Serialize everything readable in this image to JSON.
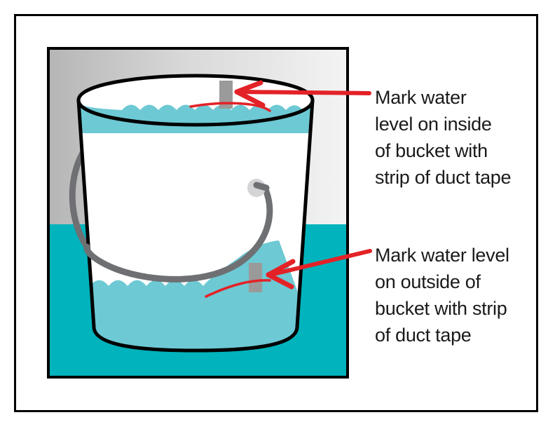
{
  "figure": {
    "title": "Bucket water level marking diagram",
    "frame_border_color": "#000000",
    "panel_border_color": "#000000",
    "background_color": "#ffffff"
  },
  "scene": {
    "panel_background_gradient_from": "#bdbdbd",
    "panel_background_gradient_to": "#f2f2f2",
    "outside_water_color": "#00b3bc",
    "inside_water_color": "#6dc9d4",
    "bucket_body_color": "#ffffff",
    "bucket_outline_color": "#000000",
    "handle_color": "#6e7073",
    "handle_mount_color": "#d4d4d6",
    "tape_color": "#9a9a9a",
    "arrow_color": "#e32227",
    "objects": {
      "bucket_label": "bucket",
      "handle_label": "bucket handle",
      "outside_water_label": "outside water",
      "inside_water_label": "water inside bucket",
      "tape_inside_label": "duct tape strip inside bucket",
      "tape_outside_label": "duct tape strip outside bucket"
    }
  },
  "callouts": [
    {
      "id": "inside",
      "text": "Mark water\nlevel on inside\nof bucket with\nstrip of duct tape",
      "arrow_points_to": "tape-strip-inside"
    },
    {
      "id": "outside",
      "text": "Mark water level\non outside of\nbucket with strip\nof duct tape",
      "arrow_points_to": "tape-strip-outside"
    }
  ]
}
